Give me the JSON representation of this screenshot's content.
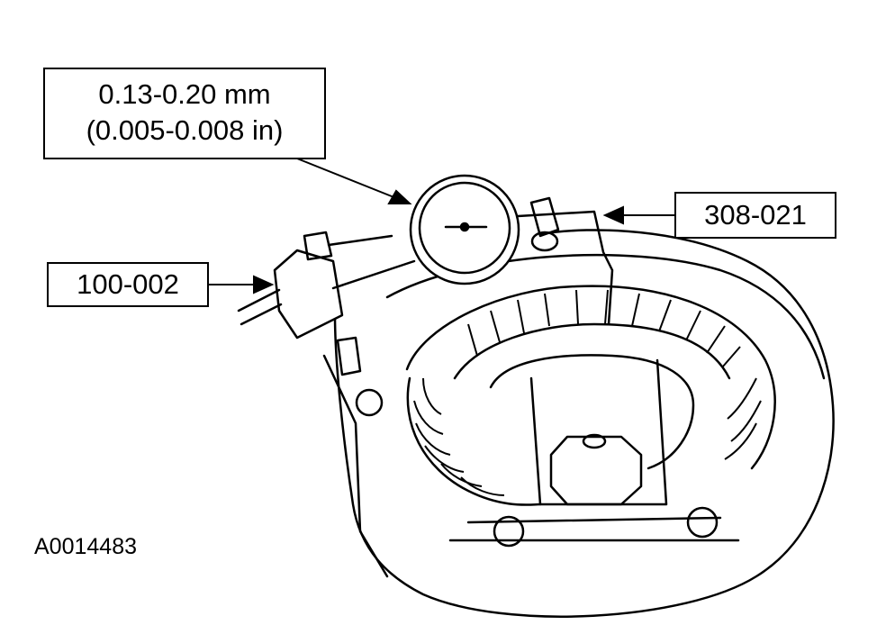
{
  "callouts": {
    "backlash_spec_mm": "0.13-0.20 mm",
    "backlash_spec_in": "(0.005-0.008 in)",
    "dial_indicator_tool": "308-021",
    "magnetic_base_tool": "100-002"
  },
  "figure_id": "A0014483",
  "colors": {
    "ink": "#000000",
    "paper": "#ffffff",
    "shade": "#6e6e6e"
  }
}
